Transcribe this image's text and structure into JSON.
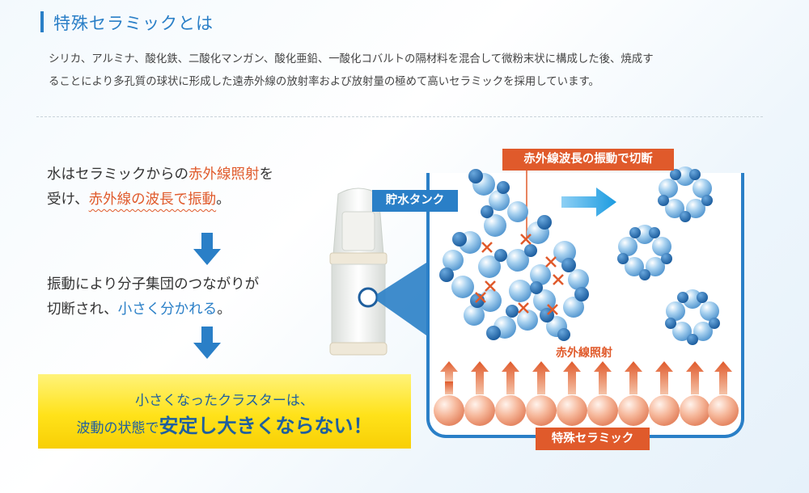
{
  "heading": "特殊セラミックとは",
  "intro": {
    "line1": "シリカ、アルミナ、酸化鉄、二酸化マンガン、酸化亜鉛、一酸化コバルトの隔材料を混合して微粉末状に構成した後、焼成す",
    "line2": "ることにより多孔質の球状に形成した遠赤外線の放射率および放射量の極めて高いセラミックを採用しています。"
  },
  "step1": {
    "p1": "水はセラミックからの",
    "p1_red": "赤外線照射",
    "p1_end": "を",
    "p2": "受け、",
    "p2_red": "赤外線の波長で振動",
    "p2_end": "。"
  },
  "step2": {
    "p1": "振動により分子集団のつながりが",
    "p2": "切断され、",
    "p2_blue": "小さく分かれる",
    "p2_end": "。"
  },
  "conclusion": {
    "line1": "小さくなったクラスターは、",
    "line2a": "波動の状態で",
    "line2b": "安定し大きくならない！"
  },
  "diagram": {
    "tank_label": "貯水タンク",
    "cut_label": "赤外線波長の振動で切断",
    "ir_label": "赤外線照射",
    "ceramic_label": "特殊セラミック"
  },
  "colors": {
    "blue": "#2a7fc7",
    "orange": "#e05a2b",
    "yellow": "#ffe21a"
  }
}
